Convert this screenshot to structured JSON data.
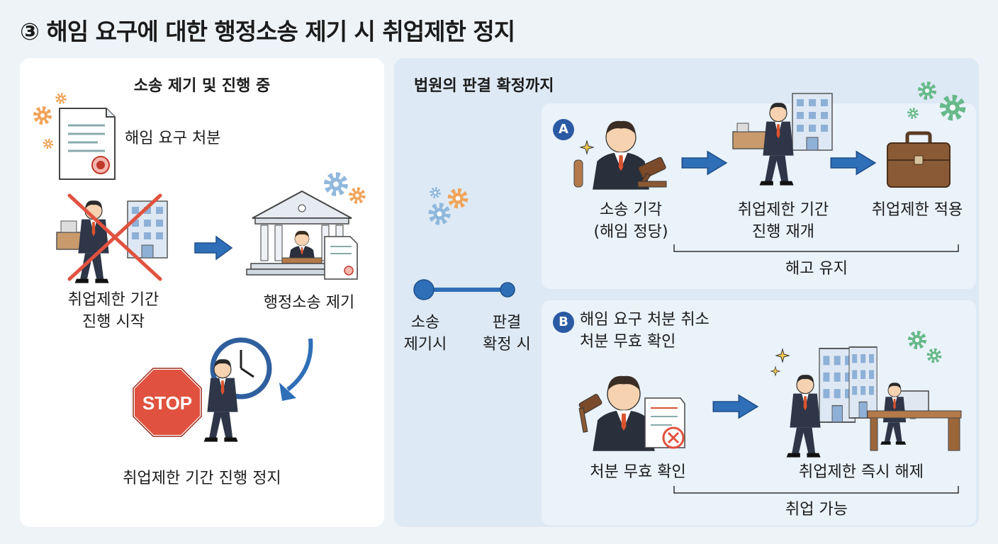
{
  "title": "③ 해임 요구에 대한 행정소송 제기 시 취업제한 정지",
  "left": {
    "heading": "소송 제기 및 진행 중",
    "doc_label": "해임 요구 처분",
    "start_label": "취업제한 기간\n진행 시작",
    "lawsuit_label": "행정소송 제기",
    "stop_sign_text": "STOP",
    "stop_label": "취업제한 기간 진행 정지"
  },
  "right": {
    "heading": "법원의 판결 확정까지",
    "timeline": {
      "start_label": "소송\n제기시",
      "end_label": "판결\n확정 시"
    },
    "case_a": {
      "badge": "A",
      "step1": "소송 기각\n(해임 정당)",
      "step2": "취업제한 기간\n진행 재개",
      "step3": "취업제한 적용",
      "bracket_label": "해고 유지"
    },
    "case_b": {
      "badge": "B",
      "title": "해임 요구 처분 취소\n처분 무효 확인",
      "step1": "처분 무효 확인",
      "step2": "취업제한 즉시 해제",
      "bracket_label": "취업 가능"
    }
  },
  "colors": {
    "accent_blue": "#2f6fb8",
    "badge_blue": "#2a5aa3",
    "stop_red": "#e0523f",
    "gear_orange": "#f0a45a",
    "gear_blue": "#8fb8dc",
    "gear_green": "#67b98a",
    "suit_navy": "#2e3648",
    "tie_red": "#d9532f"
  },
  "icons": [
    "gear-icon",
    "document-icon",
    "seal-icon",
    "businessman-icon",
    "building-icon",
    "cross-icon",
    "arrow-right-icon",
    "courthouse-icon",
    "clock-icon",
    "stop-sign-icon",
    "curved-arrow-icon",
    "judge-icon",
    "gavel-icon",
    "briefcase-icon",
    "sparkle-icon",
    "office-desk-icon",
    "timeline-icon"
  ]
}
